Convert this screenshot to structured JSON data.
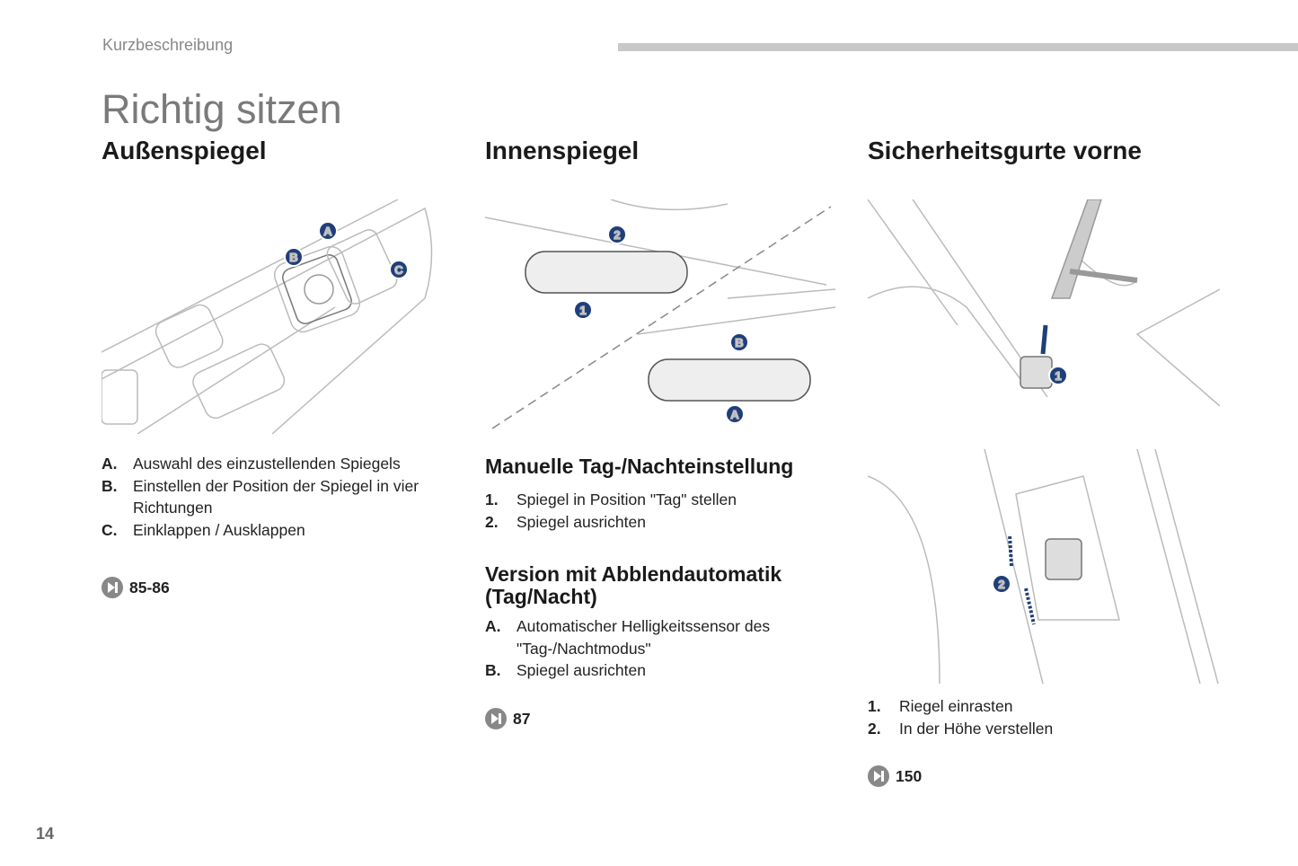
{
  "header": {
    "section": "Kurzbeschreibung",
    "title": "Richtig sitzen",
    "page_number": "14"
  },
  "columns": [
    {
      "heading": "Außenspiegel",
      "items": [
        {
          "key": "A.",
          "text": "Auswahl des einzustellenden Spiegels"
        },
        {
          "key": "B.",
          "text": "Einstellen der Position der Spiegel in vier Richtungen"
        },
        {
          "key": "C.",
          "text": "Einklappen / Ausklappen"
        }
      ],
      "ref": "85-86",
      "figure_labels": [
        "A",
        "B",
        "C"
      ]
    },
    {
      "heading": "Innenspiegel",
      "sub1": {
        "title": "Manuelle Tag-/Nachteinstellung",
        "items": [
          {
            "key": "1.",
            "text": "Spiegel in Position \"Tag\" stellen"
          },
          {
            "key": "2.",
            "text": "Spiegel ausrichten"
          }
        ]
      },
      "sub2": {
        "title": "Version mit Abblendautomatik (Tag/Nacht)",
        "items": [
          {
            "key": "A.",
            "text": "Automatischer Helligkeitssensor des \"Tag-/Nachtmodus\""
          },
          {
            "key": "B.",
            "text": "Spiegel ausrichten"
          }
        ]
      },
      "ref": "87",
      "figure_labels": [
        "1",
        "2",
        "A",
        "B"
      ]
    },
    {
      "heading": "Sicherheitsgurte vorne",
      "items": [
        {
          "key": "1.",
          "text": "Riegel einrasten"
        },
        {
          "key": "2.",
          "text": "In der Höhe verstellen"
        }
      ],
      "ref": "150",
      "figure_labels": [
        "1",
        "2"
      ]
    }
  ],
  "colors": {
    "marker": "#1f3f7a",
    "title_gray": "#7a7a7a",
    "bar": "#c8c8c8"
  }
}
